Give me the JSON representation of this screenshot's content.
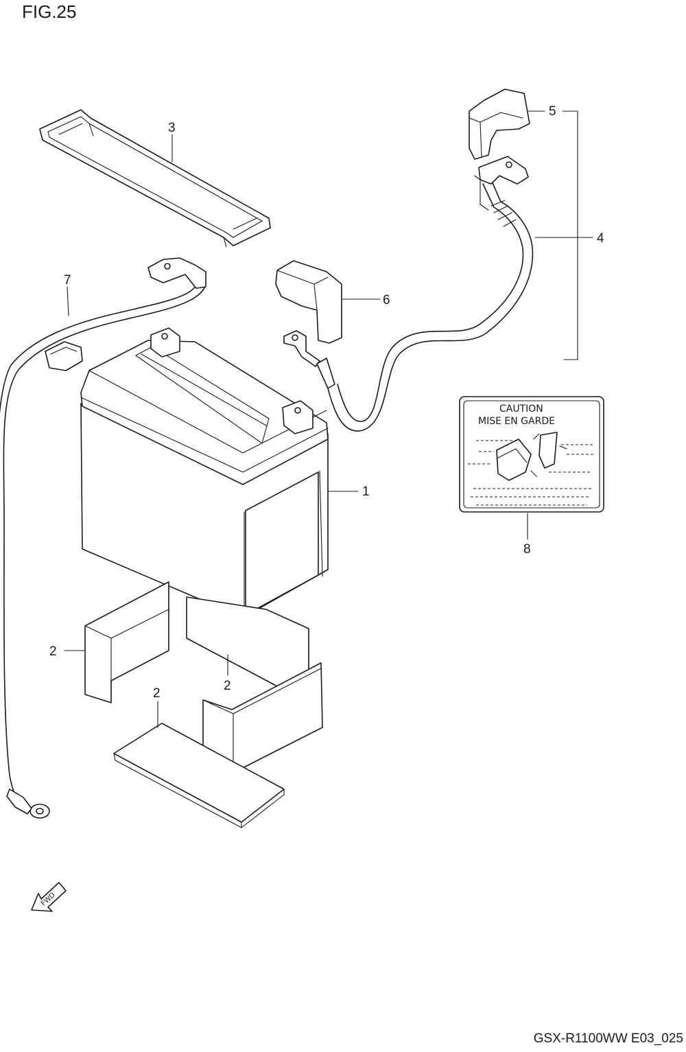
{
  "figure": {
    "title": "FIG.25",
    "footer_code": "GSX-R1100WW  E03_025"
  },
  "callouts": [
    {
      "id": "1",
      "label": "1"
    },
    {
      "id": "2a",
      "label": "2"
    },
    {
      "id": "2b",
      "label": "2"
    },
    {
      "id": "2c",
      "label": "2"
    },
    {
      "id": "3",
      "label": "3"
    },
    {
      "id": "4",
      "label": "4"
    },
    {
      "id": "5",
      "label": "5"
    },
    {
      "id": "6",
      "label": "6"
    },
    {
      "id": "7",
      "label": "7"
    },
    {
      "id": "8",
      "label": "8"
    }
  ],
  "caution_label": {
    "line1": "CAUTION",
    "line2": "MISE EN GARDE"
  },
  "fwd_arrow": {
    "text": "FWD"
  }
}
